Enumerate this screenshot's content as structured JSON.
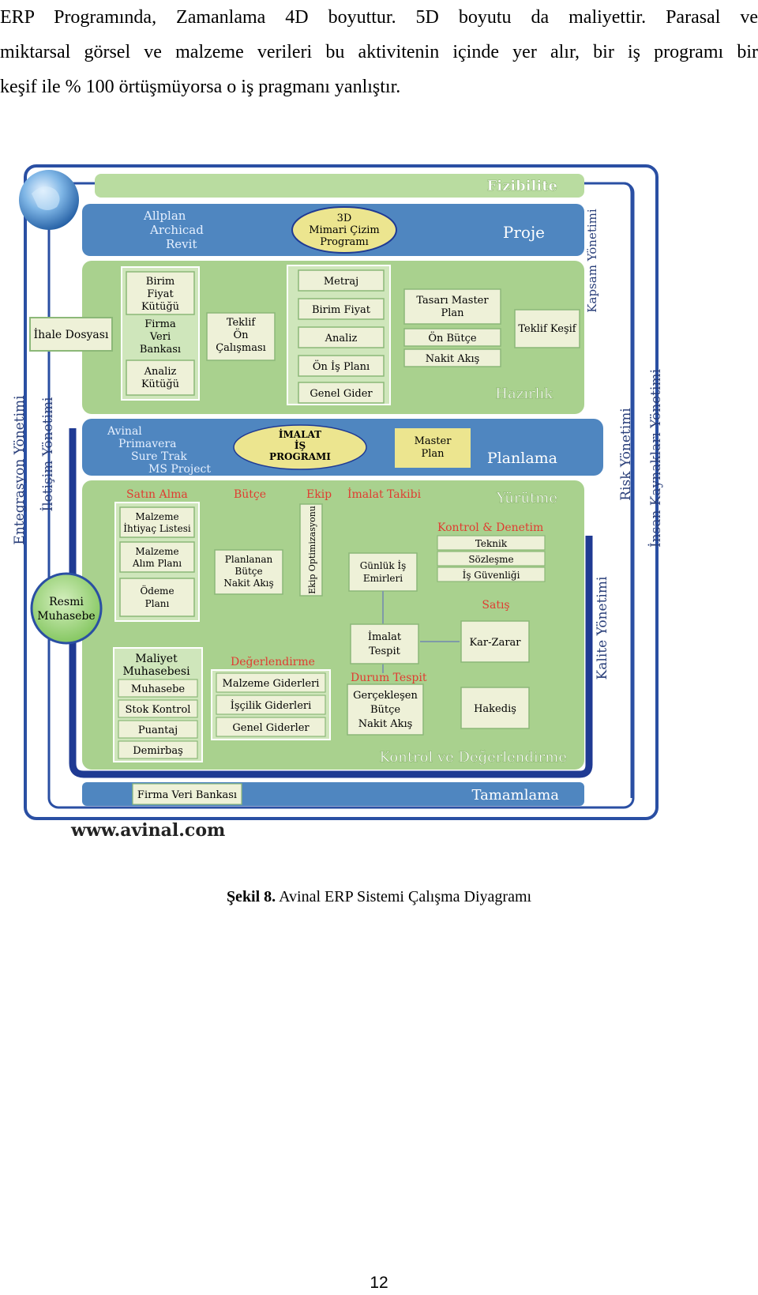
{
  "paragraph": {
    "line1": "ERP Programında, Zamanlama 4D boyuttur. 5D boyutu da maliyettir. Parasal ve",
    "line2": "miktarsal görsel ve malzeme verileri bu aktivitenin içinde yer alır, bir iş programı bir",
    "line3": "keşif ile % 100 örtüşmüyorsa o iş pragmanı yanlıştır."
  },
  "diagram": {
    "bands": {
      "fizibilite": "Fizibilite",
      "proje": "Proje",
      "hazirlik": "Hazırlık",
      "planlama": "Planlama",
      "yurutme": "Yürütme",
      "kontrol": "Kontrol ve Değerlendirme",
      "tamamlama": "Tamamlama"
    },
    "side_labels": {
      "kapsam": "Kapsam Yönetimi",
      "entegrasyon": "Entegrasyon Yönetimi",
      "iletisim": "İletişim Yönetimi",
      "risk": "Risk Yönetimi",
      "insan": "İnsan Kaynakları Yönetimi",
      "kalite": "Kalite Yönetimi"
    },
    "proje_tools": [
      "Allplan",
      "Archicad",
      "Revit"
    ],
    "cizim_oval": [
      "3D",
      "Mimari Çizim",
      "Programı"
    ],
    "ihale": "İhale Dosyası",
    "col1": {
      "birim_fiyat_kutugu": [
        "Birim",
        "Fiyat",
        "Kütüğü"
      ],
      "firma_veri_bankasi": [
        "Firma",
        "Veri",
        "Bankası"
      ],
      "analiz_kutugu": [
        "Analiz",
        "Kütüğü"
      ]
    },
    "teklif_on": [
      "Teklif",
      "Ön",
      "Çalışması"
    ],
    "col3": [
      "Metraj",
      "Birim Fiyat",
      "Analiz",
      "Ön İş Planı",
      "Genel Gider"
    ],
    "tasari_master": [
      "Tasarı Master",
      "Plan"
    ],
    "on_butce": "Ön Bütçe",
    "nakit_akis": "Nakit Akış",
    "teklif_kesif": "Teklif Keşif",
    "planlama_tools": [
      "Avinal",
      "Primavera",
      "Sure Trak",
      "MS Project"
    ],
    "imalat_oval": [
      "İMALAT",
      "İŞ",
      "PROGRAMI"
    ],
    "master_plan": [
      "Master",
      "Plan"
    ],
    "section_heads": {
      "satin_alma": "Satın Alma",
      "butce": "Bütçe",
      "ekip": "Ekip",
      "imalat_takibi": "İmalat Takibi",
      "kontrol_denetim": "Kontrol & Denetim",
      "satis": "Satış",
      "degerlendirme": "Değerlendirme",
      "durum_tespit": "Durum Tespit"
    },
    "satin_alma_items": {
      "ihtiyac": [
        "Malzeme",
        "İhtiyaç Listesi"
      ],
      "alim": [
        "Malzeme",
        "Alım Planı"
      ],
      "odeme": [
        "Ödeme",
        "Planı"
      ]
    },
    "planlanan": [
      "Planlanan",
      "Bütçe",
      "Nakit Akış"
    ],
    "ekip_opt": "Ekip Optimizasyonu",
    "gunluk": [
      "Günlük İş",
      "Emirleri"
    ],
    "kontrol_items": [
      "Teknik",
      "Sözleşme",
      "İş Güvenliği"
    ],
    "imalat_tespit": [
      "İmalat",
      "Tespit"
    ],
    "kar_zarar": "Kar-Zarar",
    "resmi_muhasebe": [
      "Resmi",
      "Muhasebe"
    ],
    "maliyet": [
      "Maliyet",
      "Muhasebesi"
    ],
    "muhasebe_items": [
      "Muhasebe",
      "Stok Kontrol",
      "Puantaj",
      "Demirbaş"
    ],
    "gider_items": [
      "Malzeme Giderleri",
      "İşçilik Giderleri",
      "Genel Giderler"
    ],
    "gerceklesen": [
      "Gerçekleşen",
      "Bütçe",
      "Nakit Akış"
    ],
    "hakedis": "Hakediş",
    "firma_veri_bankasi": "Firma Veri Bankası",
    "website": "www.avinal.com"
  },
  "caption": {
    "label": "Şekil 8.",
    "text": " Avinal ERP Sistemi Çalışma Diyagramı"
  },
  "page_number": "12",
  "colors": {
    "blue_band": "#4f86c0",
    "green_panel": "#a9d18e",
    "light_green": "#cfe6bb",
    "box_fill": "#eef1d8",
    "navy_frame": "#1f3a93",
    "red_heading": "#e03c31",
    "oval_fill": "#ece58f"
  }
}
